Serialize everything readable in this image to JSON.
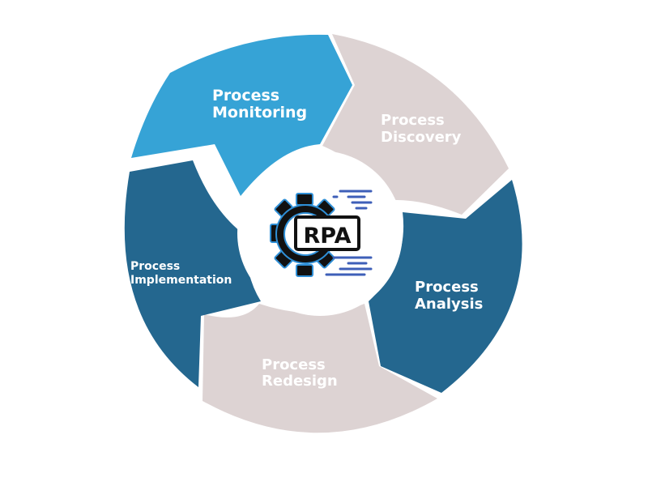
{
  "center": {
    "logo_text": "RPA",
    "icon": "gear-icon"
  },
  "segments": [
    {
      "line1": "Process",
      "line2": "Monitoring",
      "color": "#36a3d6"
    },
    {
      "line1": "Process",
      "line2": "Discovery",
      "color": "#ddd3d3"
    },
    {
      "line1": "Process",
      "line2": "Analysis",
      "color": "#24678f"
    },
    {
      "line1": "Process",
      "line2": "Redesign",
      "color": "#ddd3d3"
    },
    {
      "line1": "Process",
      "line2": "Implementation",
      "color": "#24678f"
    }
  ],
  "colors": {
    "gear": "#111111",
    "gear_outline": "#2f8fd6",
    "accent_lines": "#3e5fb8",
    "center_bg": "#ffffff"
  }
}
